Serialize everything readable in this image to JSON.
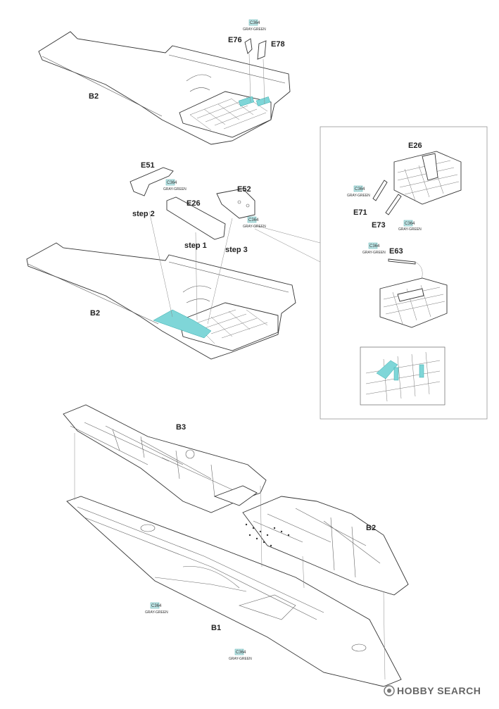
{
  "parts": {
    "e76": "E76",
    "e78": "E78",
    "b2_top": "B2",
    "e51": "E51",
    "e52": "E52",
    "e26_mid": "E26",
    "b2_mid": "B2",
    "e26_detail": "E26",
    "e71": "E71",
    "e73": "E73",
    "e63": "E63",
    "b3": "B3",
    "b2_low": "B2",
    "b1": "B1"
  },
  "steps": {
    "step1": "step 1",
    "step2": "step 2",
    "step3": "step 3"
  },
  "color_callout": {
    "code": "C364",
    "name": "GRAY-GREEN",
    "hex": "#7fd6d8"
  },
  "watermark": {
    "text": "HOBBY SEARCH"
  }
}
